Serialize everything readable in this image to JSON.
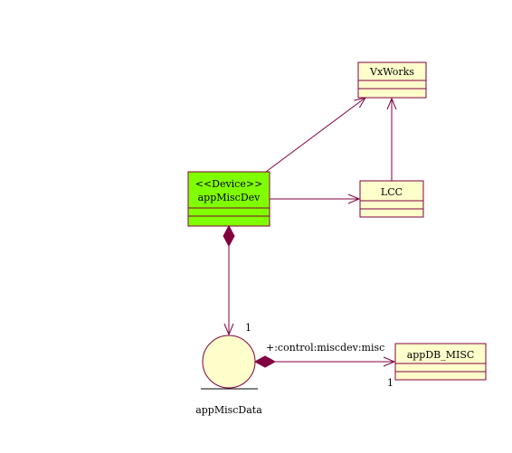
{
  "diagram": {
    "colors": {
      "line": "#800040",
      "class_fill": "#ffffcc",
      "device_fill": "#80ff00",
      "text": "#000000"
    },
    "classes": {
      "vxworks": {
        "name": "VxWorks"
      },
      "lcc": {
        "name": "LCC"
      },
      "appmiscdev": {
        "stereotype": "<<Device>>",
        "name": "appMiscDev"
      },
      "appdb_misc": {
        "name": "appDB_MISC"
      }
    },
    "entity": {
      "name": "appMiscData",
      "icon": "entity-circle-icon"
    },
    "associations": {
      "dev_to_data": {
        "target_multiplicity": "1"
      },
      "data_to_db": {
        "role": "+:control:miscdev:misc",
        "target_multiplicity": "1"
      }
    }
  }
}
